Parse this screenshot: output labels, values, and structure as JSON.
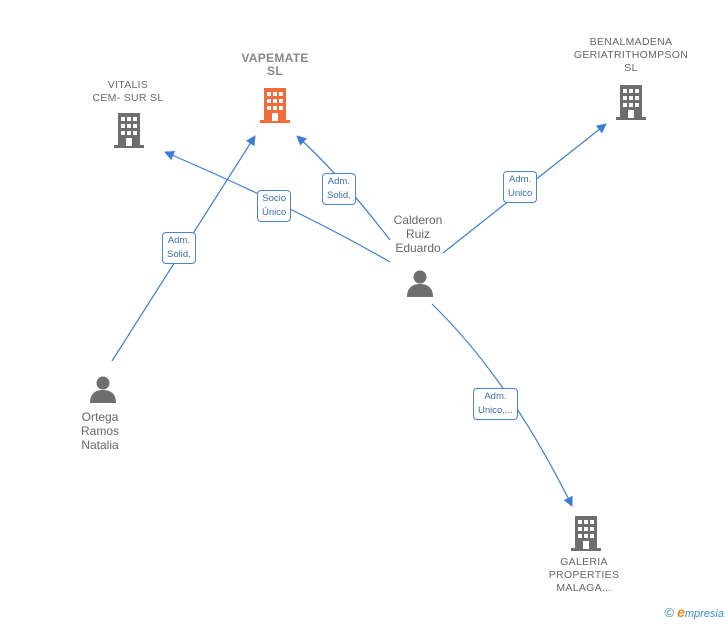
{
  "nodes": {
    "vapemate": {
      "label": "VAPEMATE\nSL",
      "type": "company",
      "color": "#f26b3a",
      "icon": "building-icon"
    },
    "vitalis": {
      "label": "VITALIS\nCEM- SUR  SL",
      "type": "company",
      "color": "#6e6e6e",
      "icon": "building-icon"
    },
    "benalmadena": {
      "label": "BENALMADENA\nGERIATRITHOMPSON\nSL",
      "type": "company",
      "color": "#6e6e6e",
      "icon": "building-icon"
    },
    "galeria": {
      "label": "GALERIA\nPROPERTIES\nMALAGA...",
      "type": "company",
      "color": "#6e6e6e",
      "icon": "building-icon"
    },
    "calderon": {
      "label": "Calderon\nRuiz\nEduardo",
      "type": "person",
      "color": "#6e6e6e",
      "icon": "person-icon"
    },
    "ortega": {
      "label": "Ortega\nRamos\nNatalia",
      "type": "person",
      "color": "#6e6e6e",
      "icon": "person-icon"
    }
  },
  "edges": [
    {
      "from": "ortega",
      "to": "vapemate",
      "label": "Adm.\nSolid."
    },
    {
      "from": "calderon",
      "to": "vitalis",
      "label": "Socio\nÚnico"
    },
    {
      "from": "calderon",
      "to": "vapemate",
      "label": "Adm.\nSolid."
    },
    {
      "from": "calderon",
      "to": "benalmadena",
      "label": "Adm.\nUnico"
    },
    {
      "from": "calderon",
      "to": "galeria",
      "label": "Adm.\nUnico,..."
    }
  ],
  "colors": {
    "edge": "#3a7fd5",
    "edge_label_border": "#4a86c8"
  },
  "footer": {
    "copyright": "©",
    "brand_initial": "e",
    "brand_rest": "mpresia"
  }
}
